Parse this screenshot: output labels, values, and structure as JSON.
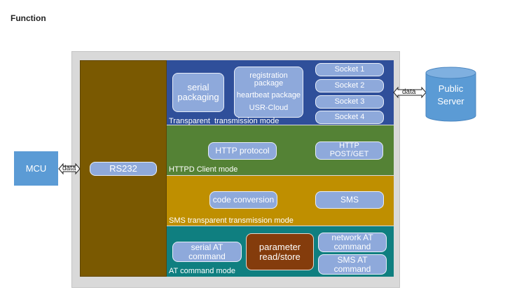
{
  "header": {
    "title": "Function"
  },
  "mcu": {
    "label": "MCU"
  },
  "rs232": {
    "label": "RS232"
  },
  "left_arrow": {
    "label": "data"
  },
  "right_arrow": {
    "label": "data"
  },
  "server": {
    "label_line1": "Public",
    "label_line2": "Server"
  },
  "transparent": {
    "mode_label": "Transparent  transmission mode",
    "serial_packaging": {
      "line1": "serial",
      "line2": "packaging"
    },
    "package": {
      "line1": "registration package",
      "line2": "heartbeat package",
      "line3": "USR-Cloud"
    },
    "sockets": [
      "Socket 1",
      "Socket 2",
      "Socket 3",
      "Socket 4"
    ]
  },
  "httpd": {
    "mode_label": "HTTPD Client mode",
    "protocol": "HTTP protocol",
    "post_get": {
      "line1": "HTTP",
      "line2": "POST/GET"
    }
  },
  "sms": {
    "mode_label": "SMS transparent transmission mode",
    "code_conversion": "code conversion",
    "sms": "SMS"
  },
  "at": {
    "mode_label": "AT command mode",
    "serial_at": {
      "line1": "serial AT",
      "line2": "command"
    },
    "param": {
      "line1": "parameter",
      "line2": "read/store"
    },
    "network_at": {
      "line1": "network AT",
      "line2": "command"
    },
    "sms_at": {
      "line1": "SMS AT",
      "line2": "command"
    }
  },
  "colors": {
    "transparent_band": "#2f4f9a",
    "httpd_band": "#548235",
    "sms_band": "#bf8f00",
    "at_band": "#0f7f80",
    "rs232_column": "#7a5901",
    "param_box": "#843c0c",
    "pill": "#8ea9db",
    "endpoint_box": "#5b9bd5"
  }
}
